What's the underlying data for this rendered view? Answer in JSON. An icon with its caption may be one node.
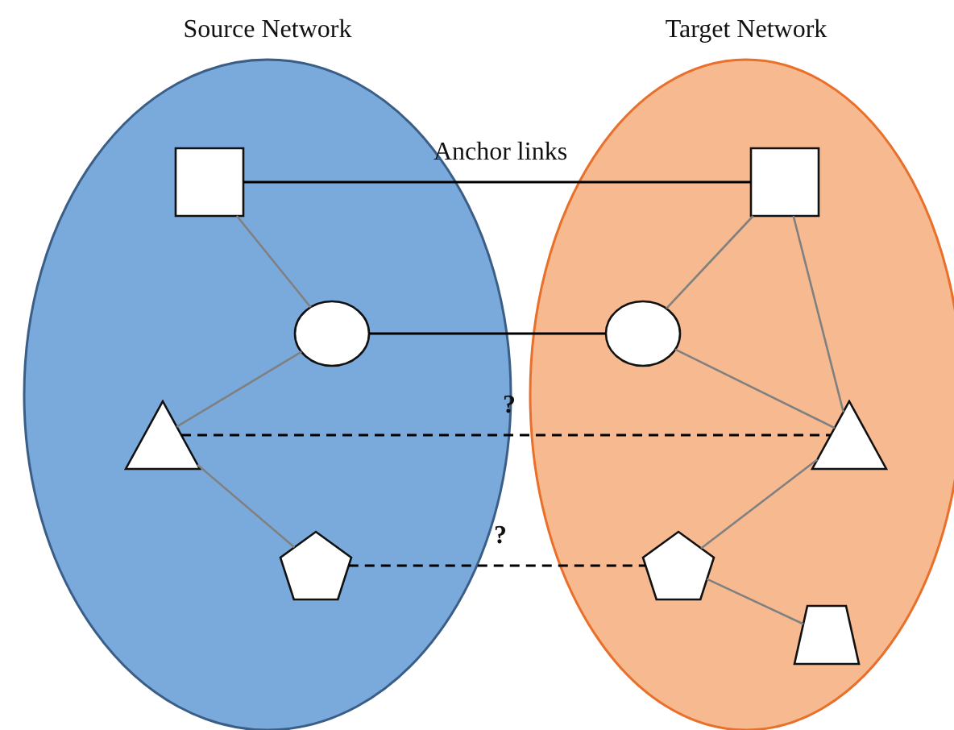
{
  "diagram": {
    "nodes": [
      {
        "text": [
          "Source Network"
        ]
      },
      {
        "text": [
          "Target Network"
        ]
      },
      {
        "text": [],
        "shape": "box",
        "in": 0
      },
      {
        "text": [],
        "shape": "circle",
        "in": 0
      },
      {
        "text": [],
        "shape": "triangle",
        "in": 0
      },
      {
        "text": [],
        "shape": "pentagon",
        "in": 0
      },
      {
        "text": [],
        "shape": "box",
        "in": 1
      },
      {
        "text": [],
        "shape": "circle",
        "in": 1
      },
      {
        "text": [],
        "shape": "triangle",
        "in": 1
      },
      {
        "text": [],
        "shape": "pentagon",
        "in": 1
      },
      {
        "text": [],
        "shape": "trapezoid",
        "in": 1
      }
    ],
    "edges": [
      {
        "from": 2,
        "to": 6,
        "arrow": "none",
        "label": "Anchor links",
        "color": "#000000"
      },
      {
        "from": 2,
        "to": 3,
        "arrow": "none"
      },
      {
        "from": 6,
        "to": 7,
        "arrow": "none"
      },
      {
        "from": 6,
        "to": 8,
        "arrow": "none"
      },
      {
        "from": 3,
        "to": 7,
        "arrow": "none",
        "color": "#000000"
      },
      {
        "from": 3,
        "to": 4,
        "arrow": "none"
      },
      {
        "from": 7,
        "to": 8,
        "arrow": "none"
      },
      {
        "from": 4,
        "to": 8,
        "arrow": "none",
        "label": "?",
        "style": "dashed",
        "color": "#000000"
      },
      {
        "from": 4,
        "to": 5,
        "arrow": "none"
      },
      {
        "from": 8,
        "to": 9,
        "arrow": "none"
      },
      {
        "from": 5,
        "to": 9,
        "arrow": "none",
        "label": "?",
        "style": "dashed",
        "color": "#000000"
      },
      {
        "from": 9,
        "to": 10,
        "arrow": "none"
      }
    ]
  }
}
